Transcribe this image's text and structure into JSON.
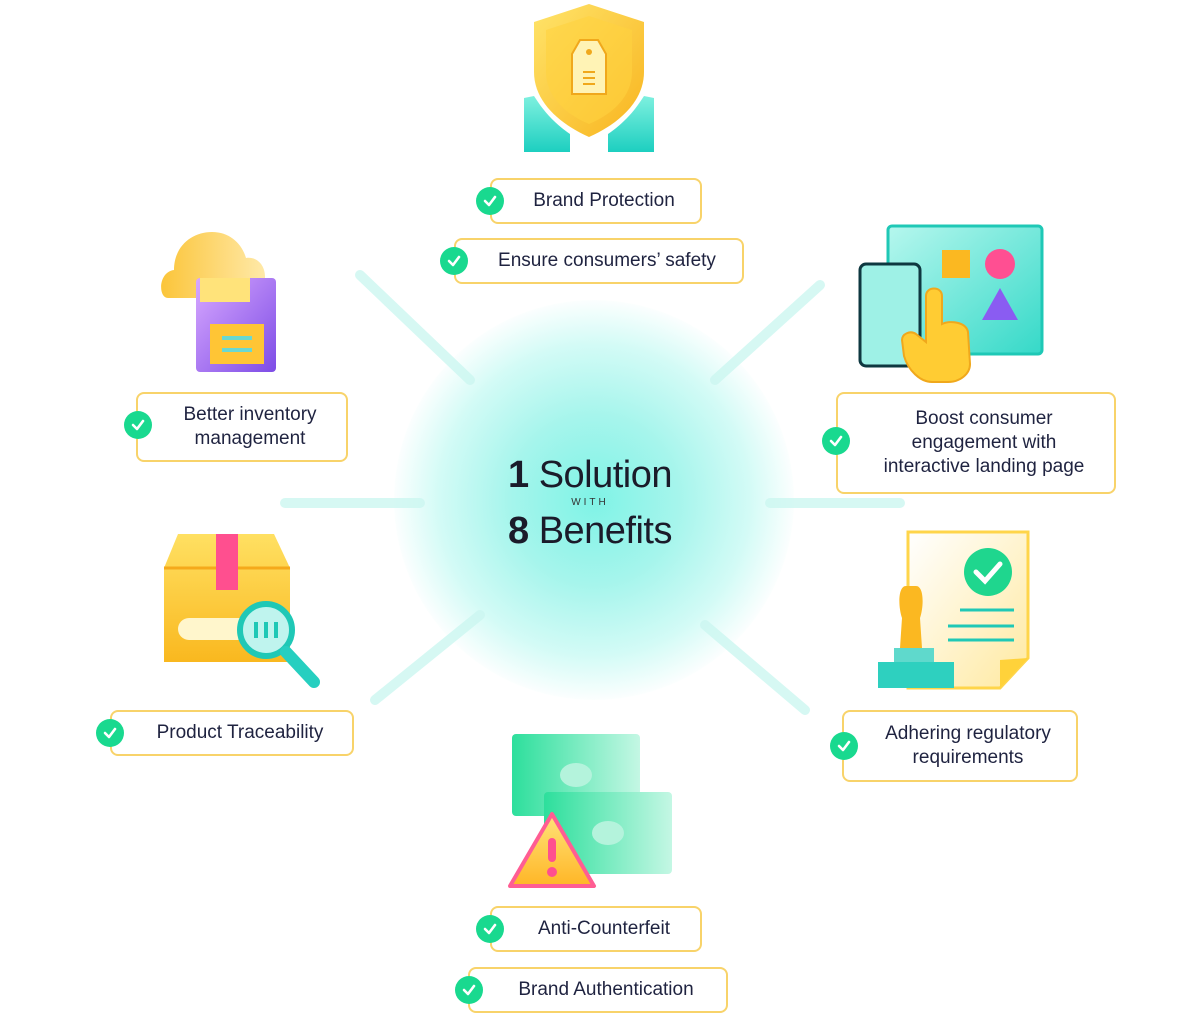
{
  "center": {
    "line1_num": "1",
    "line1_text": "Solution",
    "with": "WITH",
    "line2_num": "8",
    "line2_text": "Benefits"
  },
  "benefits": {
    "brand_protection": "Brand Protection",
    "consumer_safety": "Ensure consumers’ safety",
    "inventory_1": "Better inventory",
    "inventory_2": "management",
    "engagement_1": "Boost consumer",
    "engagement_2": "engagement with",
    "engagement_3": "interactive landing page",
    "traceability": "Product Traceability",
    "regulatory_1": "Adhering regulatory",
    "regulatory_2": "requirements",
    "anti_counterfeit": "Anti-Counterfeit",
    "brand_authentication": "Brand Authentication"
  },
  "colors": {
    "pill_border": "#f8d36a",
    "check": "#19d98f",
    "glow": "#7ff3e6"
  },
  "icons": [
    "shield-hands-icon",
    "cloud-floppy-icon",
    "tablet-touch-icon",
    "box-search-icon",
    "stamp-document-icon",
    "cash-warning-icon",
    "check-icon"
  ]
}
